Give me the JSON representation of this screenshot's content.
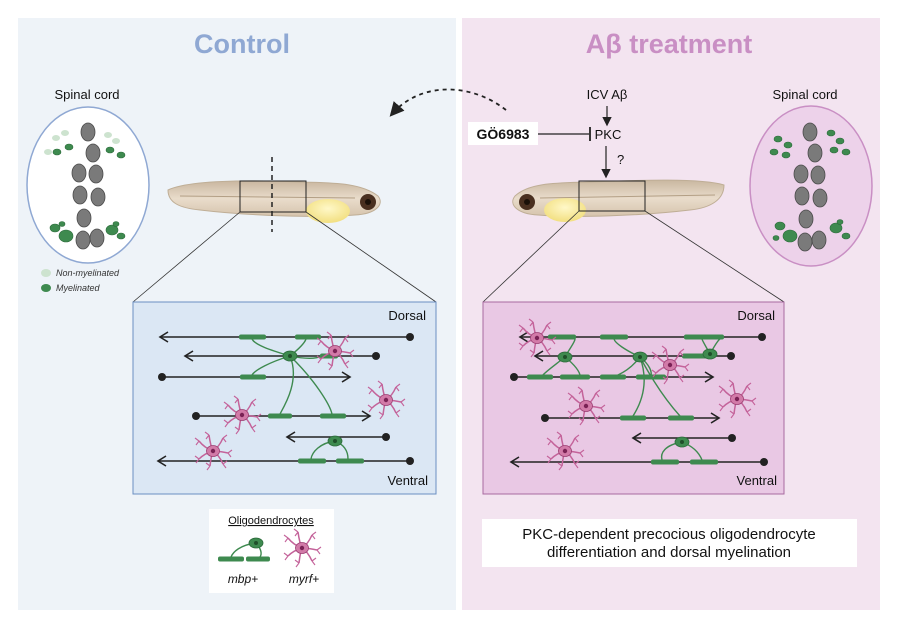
{
  "panels": {
    "control": {
      "title": "Control",
      "spinal_cord_label": "Spinal cord",
      "dorsal": "Dorsal",
      "ventral": "Ventral"
    },
    "treatment": {
      "title": "Aβ treatment",
      "spinal_cord_label": "Spinal cord",
      "dorsal": "Dorsal",
      "ventral": "Ventral"
    }
  },
  "legend": {
    "non_myelinated": "Non-myelinated",
    "myelinated": "Myelinated"
  },
  "pathway": {
    "icv": "ICV Aβ",
    "inhibitor": "GÖ6983",
    "pkc": "PKC",
    "unknown": "?"
  },
  "key": {
    "title": "Oligodendrocytes",
    "mbp": "mbp+",
    "myrf": "myrf+"
  },
  "conclusion": {
    "line1": "PKC-dependent precocious oligodendrocyte",
    "line2": "differentiation and dorsal myelination"
  },
  "colors": {
    "control_panel_bg": "#eef3f8",
    "treatment_panel_bg": "#f3e4f0",
    "control_title": "#8fa8d3",
    "treatment_title": "#c98fc4",
    "myelin_green": "#3e8a4f",
    "myrf_magenta": "#c4639a",
    "axon": "#222222"
  }
}
